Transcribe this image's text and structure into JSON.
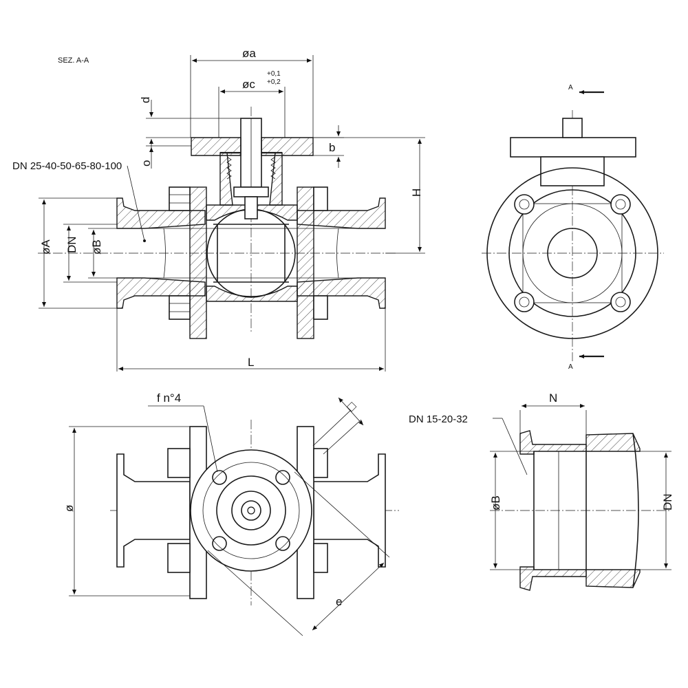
{
  "section_label": "SEZ. A-A",
  "dims": {
    "phi_a": "øa",
    "phi_c": "øc",
    "tol_upper": "+0,1",
    "tol_lower": "+0,2",
    "d": "d",
    "o": "o",
    "b": "b",
    "H": "H",
    "phi_A": "øA",
    "DN": "DN",
    "phi_B": "øB",
    "L": "L",
    "f_n4": "f n°4",
    "square": "□",
    "e": "e",
    "phi": "ø",
    "N": "N",
    "DN_small": "DN",
    "phi_B_small": "øB"
  },
  "dn_main": "DN 25-40-50-65-80-100",
  "dn_small": "DN 15-20-32",
  "section_marks": {
    "top": "A",
    "bottom": "A"
  }
}
